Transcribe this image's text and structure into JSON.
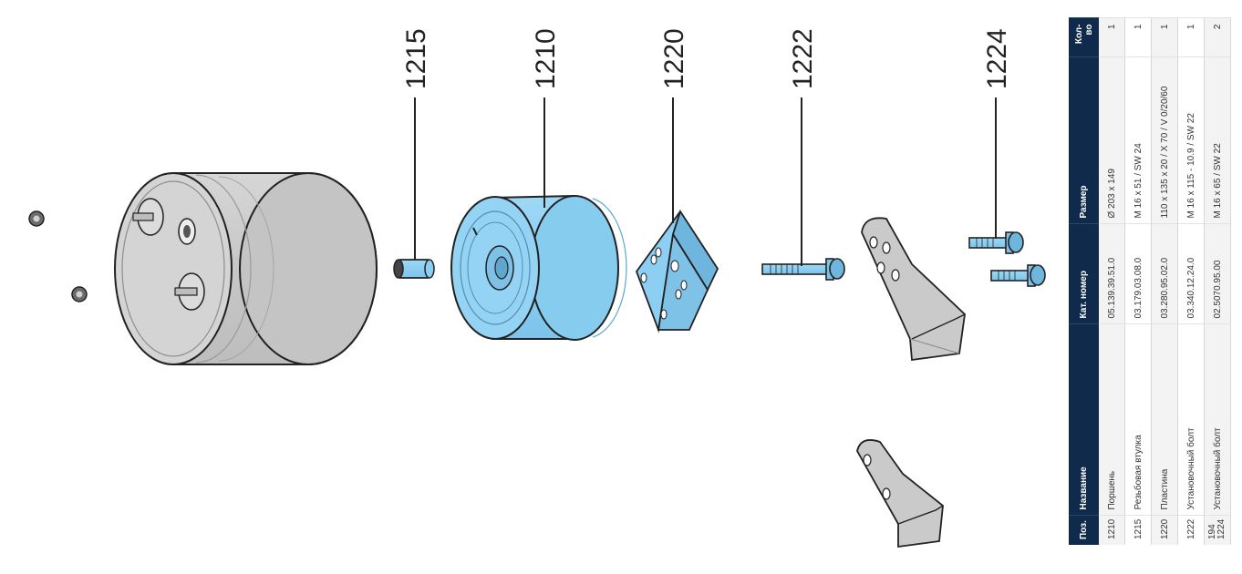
{
  "callouts": [
    "1215",
    "1210",
    "1220",
    "1222",
    "1224"
  ],
  "colors": {
    "highlight": "#8ccff2",
    "housing": "#cfcfcf",
    "bracket": "#c9c9c9",
    "outline": "#222222",
    "table_header": "#0f2a4a"
  },
  "table": {
    "headers": {
      "pos": "Поз.",
      "name": "Название",
      "cat": "Кат. номер",
      "size": "Размер",
      "qty": "Кол-во"
    },
    "rows": [
      {
        "pos": "1210",
        "pos2": "",
        "name": "Поршень",
        "cat": "05.139.39.51.0",
        "size": "Ø 203 x 149",
        "qty": "1"
      },
      {
        "pos": "1215",
        "pos2": "",
        "name": "Резьбовая втулка",
        "cat": "03.179.03.08.0",
        "size": "M 16 x 51 / SW 24",
        "qty": "1"
      },
      {
        "pos": "1220",
        "pos2": "",
        "name": "Пластина",
        "cat": "03.280.95.02.0",
        "size": "110 x 135 x 20 / X 70 / V 0/20/60",
        "qty": "1"
      },
      {
        "pos": "1222",
        "pos2": "",
        "name": "Установочный болт",
        "cat": "03.340.12.24.0",
        "size": "M 16 x 115 - 10.9 / SW 22",
        "qty": "1"
      },
      {
        "pos": "194",
        "pos2": "1224",
        "name": "Установочный болт",
        "cat": "02.5070.95.00",
        "size": "M 16 x 65 / SW 22",
        "qty": "2"
      }
    ]
  }
}
